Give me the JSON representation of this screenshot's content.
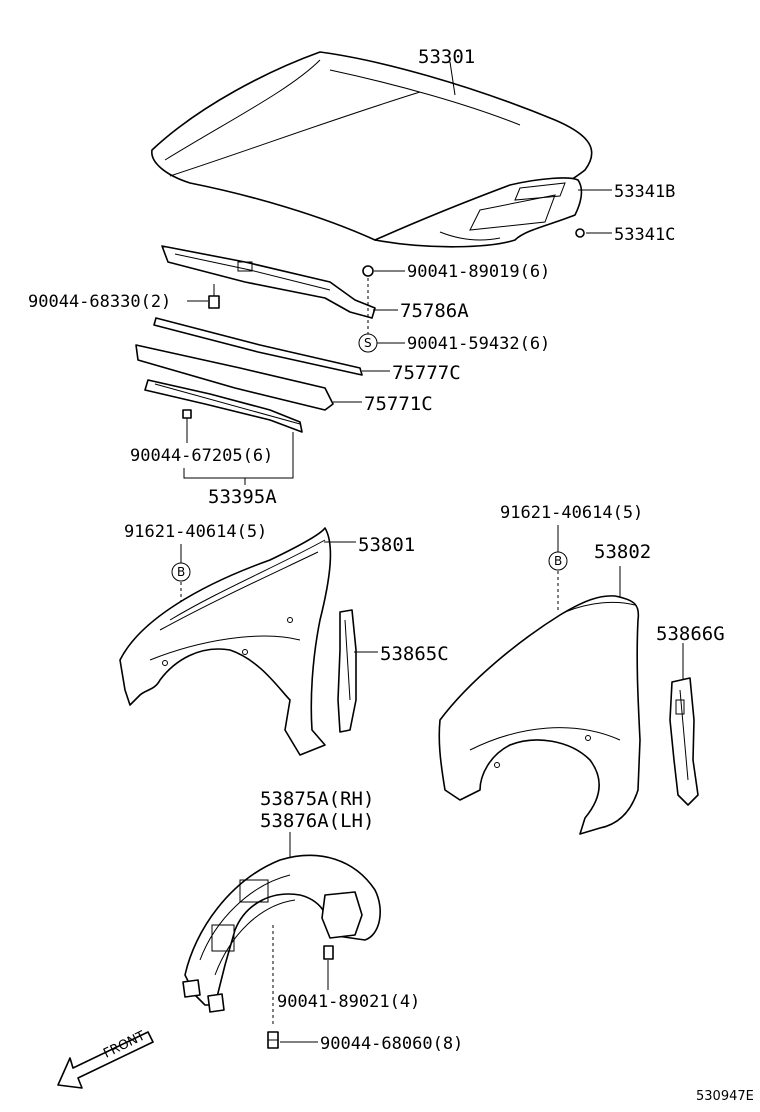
{
  "diagram": {
    "labels": {
      "hood": "53301",
      "hood_insulator": "53341B",
      "hood_clip": "53341C",
      "nut_top": "90041-89019(6)",
      "clip_left_2": "90044-68330(2)",
      "hood_seal_upper": "75786A",
      "screw_s": "90041-59432(6)",
      "seal_long": "75777C",
      "seal_lower": "75771C",
      "clip_6": "90044-67205(6)",
      "seal_set": "53395A",
      "bolt_b_left": "91621-40614(5)",
      "fender_rh": "53801",
      "fender_seal_rh": "53865C",
      "bolt_b_right": "91621-40614(5)",
      "fender_lh": "53802",
      "fender_seal_lh": "53866G",
      "liner_rh": "53875A(RH)",
      "liner_lh": "53876A(LH)",
      "nut_liner": "90041-89021(4)",
      "clip_8": "90044-68060(8)",
      "front": "FRONT",
      "diagram_id": "530947E"
    },
    "symbols": {
      "s": "S",
      "b": "B"
    }
  }
}
